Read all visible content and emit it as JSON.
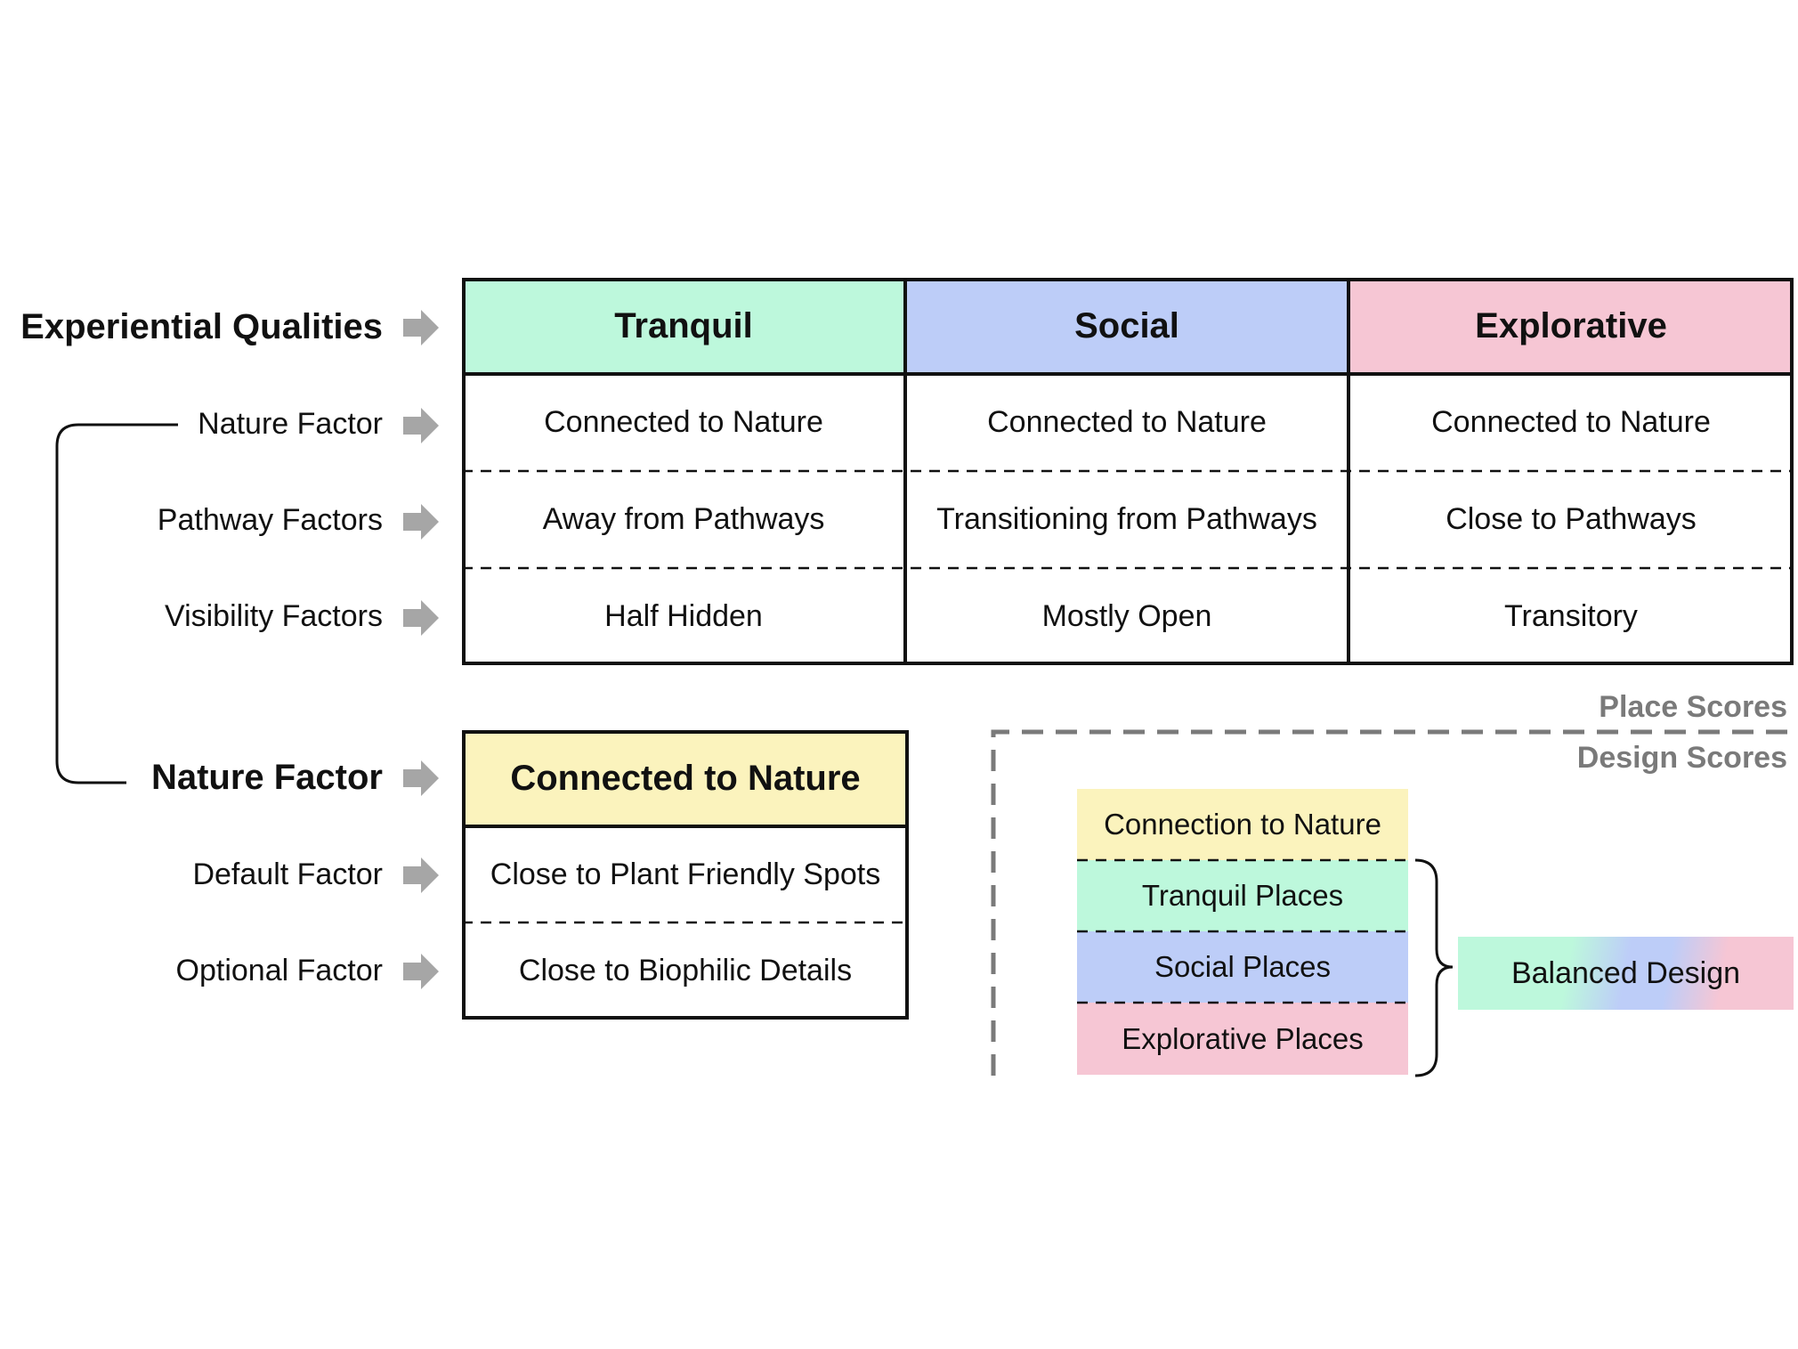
{
  "row_labels": {
    "experiential_qualities": "Experiential Qualities",
    "nature_factor": "Nature Factor",
    "pathway_factors": "Pathway Factors",
    "visibility_factors": "Visibility Factors",
    "nature_factor_bold": "Nature Factor",
    "default_factor": "Default Factor",
    "optional_factor": "Optional Factor"
  },
  "top_table": {
    "columns": [
      {
        "header": "Tranquil",
        "color": "#bdf8dc",
        "nature": "Connected to Nature",
        "pathway": "Away from Pathways",
        "visibility": "Half Hidden"
      },
      {
        "header": "Social",
        "color": "#bdcdf8",
        "nature": "Connected to Nature",
        "pathway": "Transitioning from Pathways",
        "visibility": "Mostly Open"
      },
      {
        "header": "Explorative",
        "color": "#f6c6d4",
        "nature": "Connected to Nature",
        "pathway": "Close to Pathways",
        "visibility": "Transitory"
      }
    ]
  },
  "bottom_table": {
    "header": "Connected to Nature",
    "color": "#fbf3bd",
    "default": "Close to Plant Friendly Spots",
    "optional": "Close to Biophilic Details"
  },
  "scores": {
    "place_scores": "Place Scores",
    "design_scores": "Design Scores",
    "stack": [
      {
        "label": "Connection to Nature",
        "color": "#fbf3bd"
      },
      {
        "label": "Tranquil Places",
        "color": "#bdf8dc"
      },
      {
        "label": "Social Places",
        "color": "#bdcdf8"
      },
      {
        "label": "Explorative Places",
        "color": "#f6c6d4"
      }
    ],
    "balanced_design": "Balanced Design"
  },
  "colors": {
    "arrow": "#a6a6a6",
    "border": "#111111",
    "dashed_region": "#7a7a7a"
  }
}
